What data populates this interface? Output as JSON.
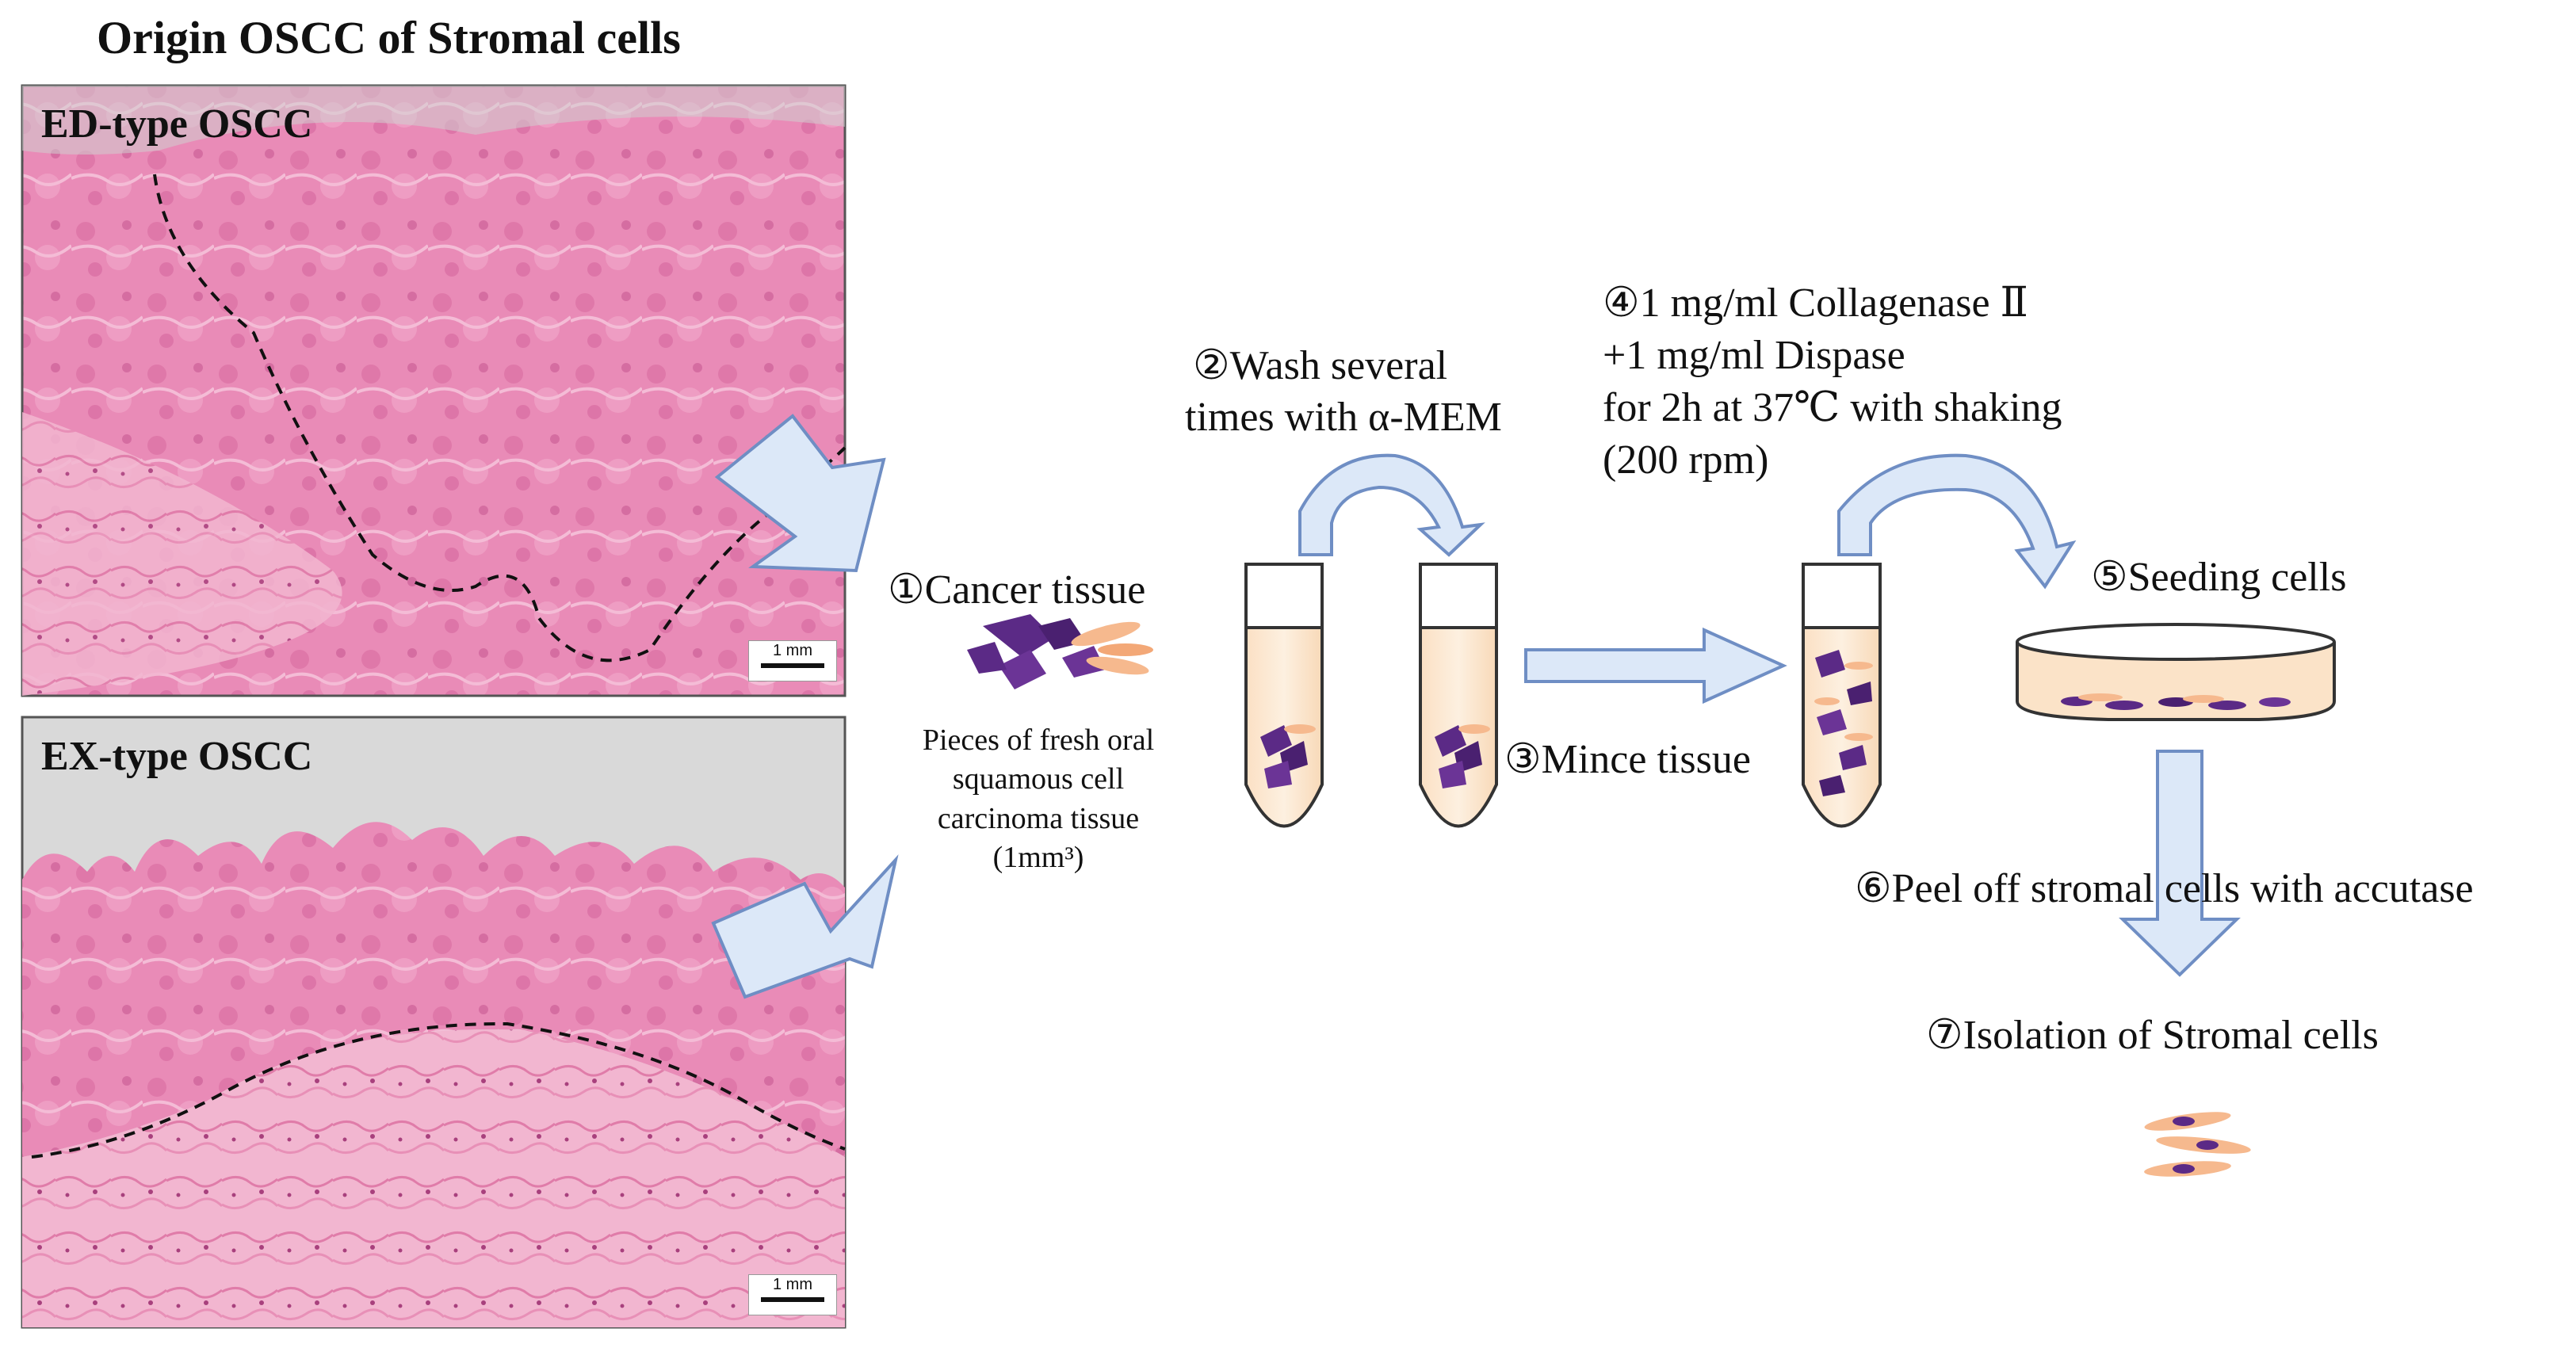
{
  "title": "Origin OSCC of Stromal cells",
  "panels": {
    "ed_label": "ED-type OSCC",
    "ex_label": "EX-type OSCC",
    "scale_bar": "1 mm"
  },
  "steps": {
    "s1": "①Cancer tissue",
    "s1_desc": "Pieces of fresh oral squamous cell carcinoma tissue (1mm³)",
    "s2_line1": "②Wash several",
    "s2_line2": "times with α-MEM",
    "s3": "③Mince tissue",
    "s4_line1": "④1 mg/ml Collagenase Ⅱ",
    "s4_line2": "+1 mg/ml Dispase",
    "s4_line3": "for 2h at 37℃ with shaking",
    "s4_line4": "(200 rpm)",
    "s5": "⑤Seeding cells",
    "s6": "⑥Peel off stromal cells with accutase",
    "s7": "⑦Isolation of Stromal cells"
  },
  "colors": {
    "tissue_pink": "#e57fae",
    "tissue_dark": "#c6478a",
    "arrow_fill": "#dce8f8",
    "arrow_stroke": "#6f8ec4",
    "medium": "#fbe3c8",
    "cell_purple": "#5b2a86",
    "cell_peach": "#f6b98e"
  }
}
